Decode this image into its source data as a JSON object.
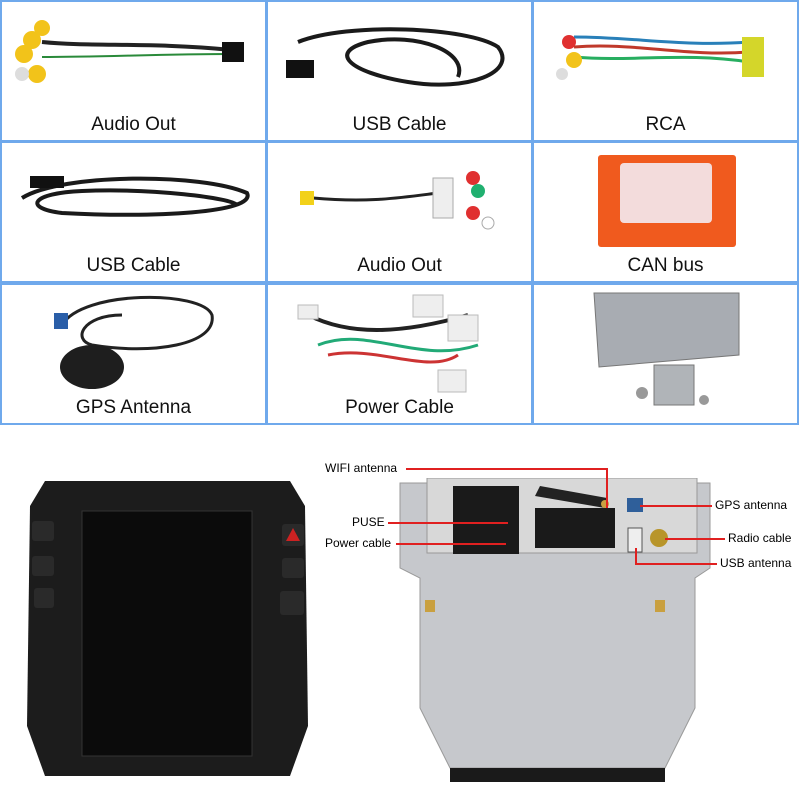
{
  "accessories": [
    {
      "label": "Audio Out"
    },
    {
      "label": "USB Cable"
    },
    {
      "label": "RCA"
    },
    {
      "label": "USB Cable"
    },
    {
      "label": "Audio Out"
    },
    {
      "label": "CAN bus"
    },
    {
      "label": "GPS Antenna"
    },
    {
      "label": "Power Cable"
    },
    {
      "label": ""
    }
  ],
  "callouts": {
    "wifi": "WIFI antenna",
    "puse": "PUSE",
    "power": "Power cable",
    "gps": "GPS antenna",
    "radio": "Radio cable",
    "usb": "USB antenna"
  },
  "colors": {
    "border": "#6fa9ec",
    "callout_line": "#e02020"
  }
}
